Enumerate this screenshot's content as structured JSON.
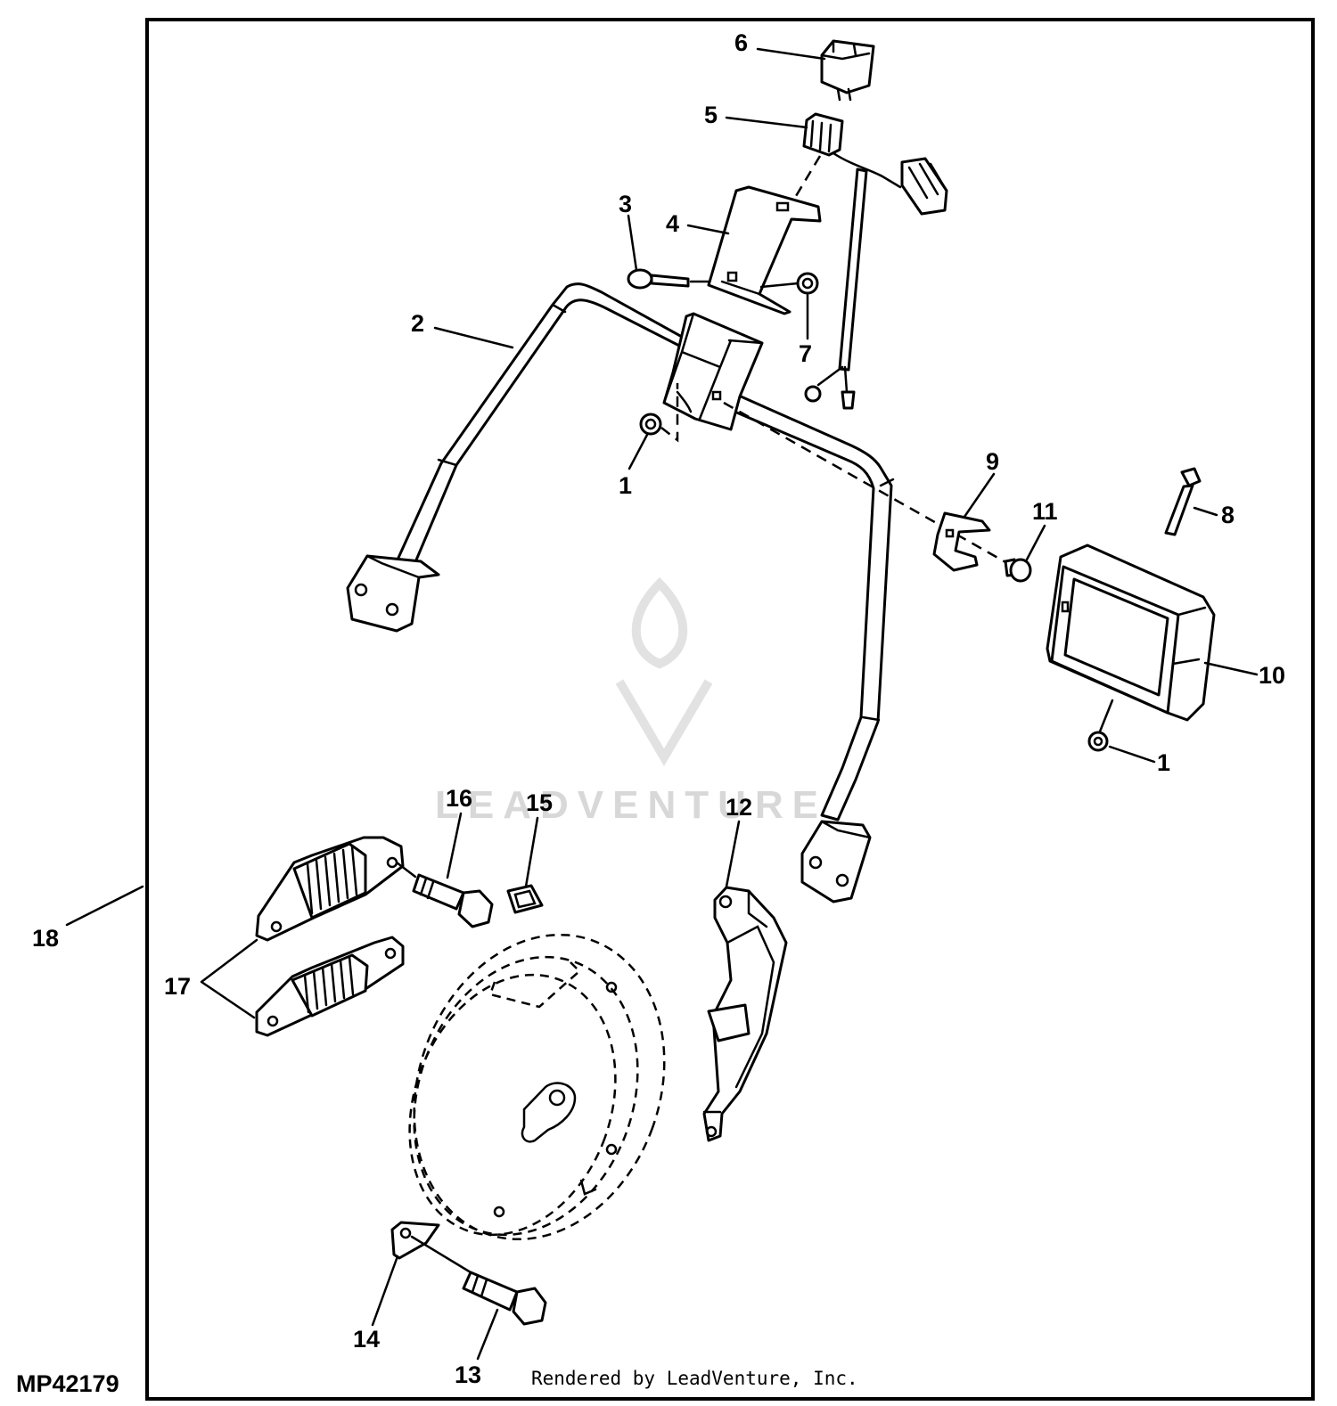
{
  "figure_code": "MP42179",
  "credit": "Rendered by LeadVenture, Inc.",
  "watermark": "LEADVENTURE",
  "callouts": [
    {
      "id": "c6",
      "label": "6"
    },
    {
      "id": "c5",
      "label": "5"
    },
    {
      "id": "c3",
      "label": "3"
    },
    {
      "id": "c4",
      "label": "4"
    },
    {
      "id": "c2",
      "label": "2"
    },
    {
      "id": "c7",
      "label": "7"
    },
    {
      "id": "c1a",
      "label": "1"
    },
    {
      "id": "c9",
      "label": "9"
    },
    {
      "id": "c11",
      "label": "11"
    },
    {
      "id": "c8",
      "label": "8"
    },
    {
      "id": "c10",
      "label": "10"
    },
    {
      "id": "c1b",
      "label": "1"
    },
    {
      "id": "c16",
      "label": "16"
    },
    {
      "id": "c15",
      "label": "15"
    },
    {
      "id": "c12",
      "label": "12"
    },
    {
      "id": "c18",
      "label": "18"
    },
    {
      "id": "c17",
      "label": "17"
    },
    {
      "id": "c14",
      "label": "14"
    },
    {
      "id": "c13",
      "label": "13"
    }
  ]
}
